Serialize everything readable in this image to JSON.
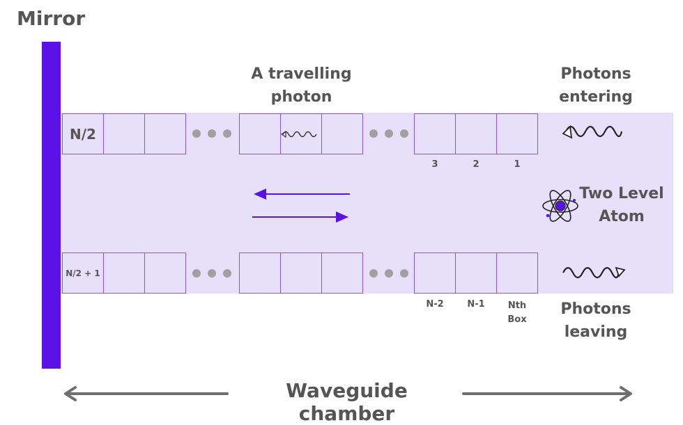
{
  "mirror_label": "Mirror",
  "photon_label": "A travelling photon",
  "entering_label": "Photons entering",
  "leaving_label": "Photons leaving",
  "atom_label": "Two Level Atom",
  "chamber_label": "Waveguide chamber",
  "top_row": {
    "first_box": "N/2",
    "numbers": [
      "3",
      "2",
      "1"
    ]
  },
  "bottom_row": {
    "first_box": "N/2 + 1",
    "numbers": [
      "N-2",
      "N-1",
      "Nth Box"
    ]
  },
  "colors": {
    "mirror": "#5b12e8",
    "waveguide": "#e7e0fb",
    "box_border": "#8a55d6",
    "text": "#555555",
    "dots": "#a0a0a0"
  }
}
